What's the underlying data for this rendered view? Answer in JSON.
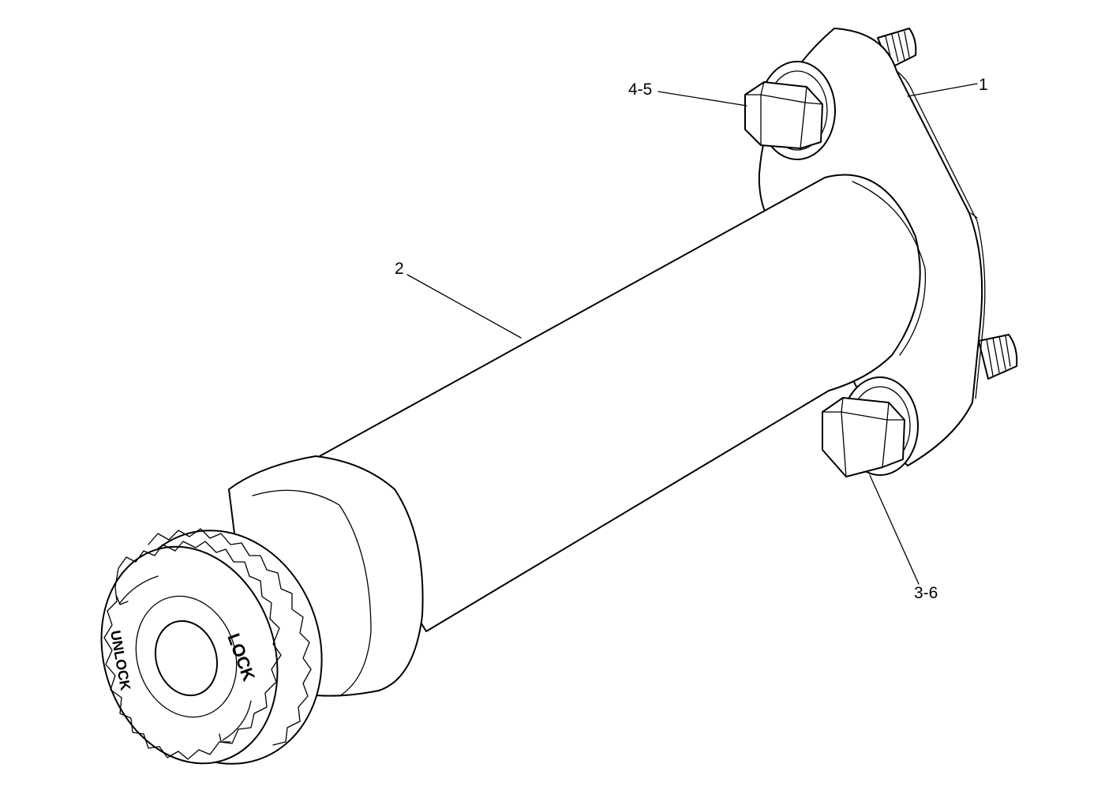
{
  "callouts": {
    "c1": "1",
    "c2": "2",
    "c45": "4-5",
    "c36": "3-6"
  },
  "knob": {
    "lock": "LOCK",
    "unlock": "UNLOCK"
  }
}
